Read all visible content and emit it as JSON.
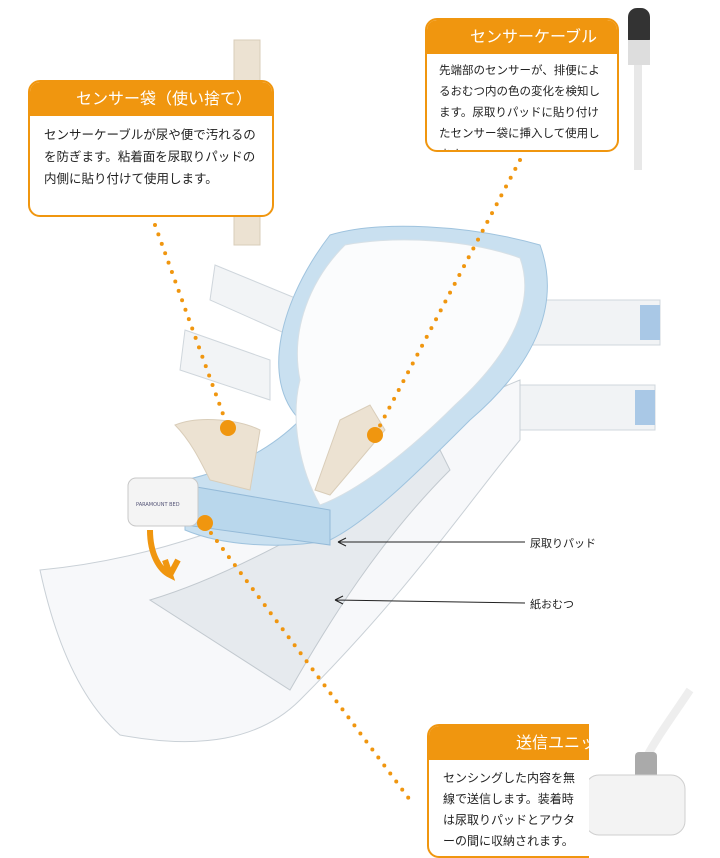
{
  "callouts": {
    "sensor_bag": {
      "title": "センサー袋（使い捨て）",
      "body": "センサーケーブルが尿や便で汚れるのを防ぎます。粘着面を尿取りパッドの内側に貼り付けて使用します。"
    },
    "sensor_cable": {
      "title": "センサーケーブル",
      "body": "先端部のセンサーが、排便によるおむつ内の色の変化を検知します。尿取りパッドに貼り付けたセンサー袋に挿入して使用します。"
    },
    "transmitter": {
      "title": "送信ユニット",
      "body": "センシングした内容を無線で送信します。装着時は尿取りパッドとアウターの間に収納されます。"
    }
  },
  "labels": {
    "pad": "尿取りパッド",
    "diaper": "紙おむつ"
  },
  "device_brand": "PARAMOUNT BED",
  "colors": {
    "accent": "#f0960f",
    "pad_blue": "#bcd9ec"
  }
}
